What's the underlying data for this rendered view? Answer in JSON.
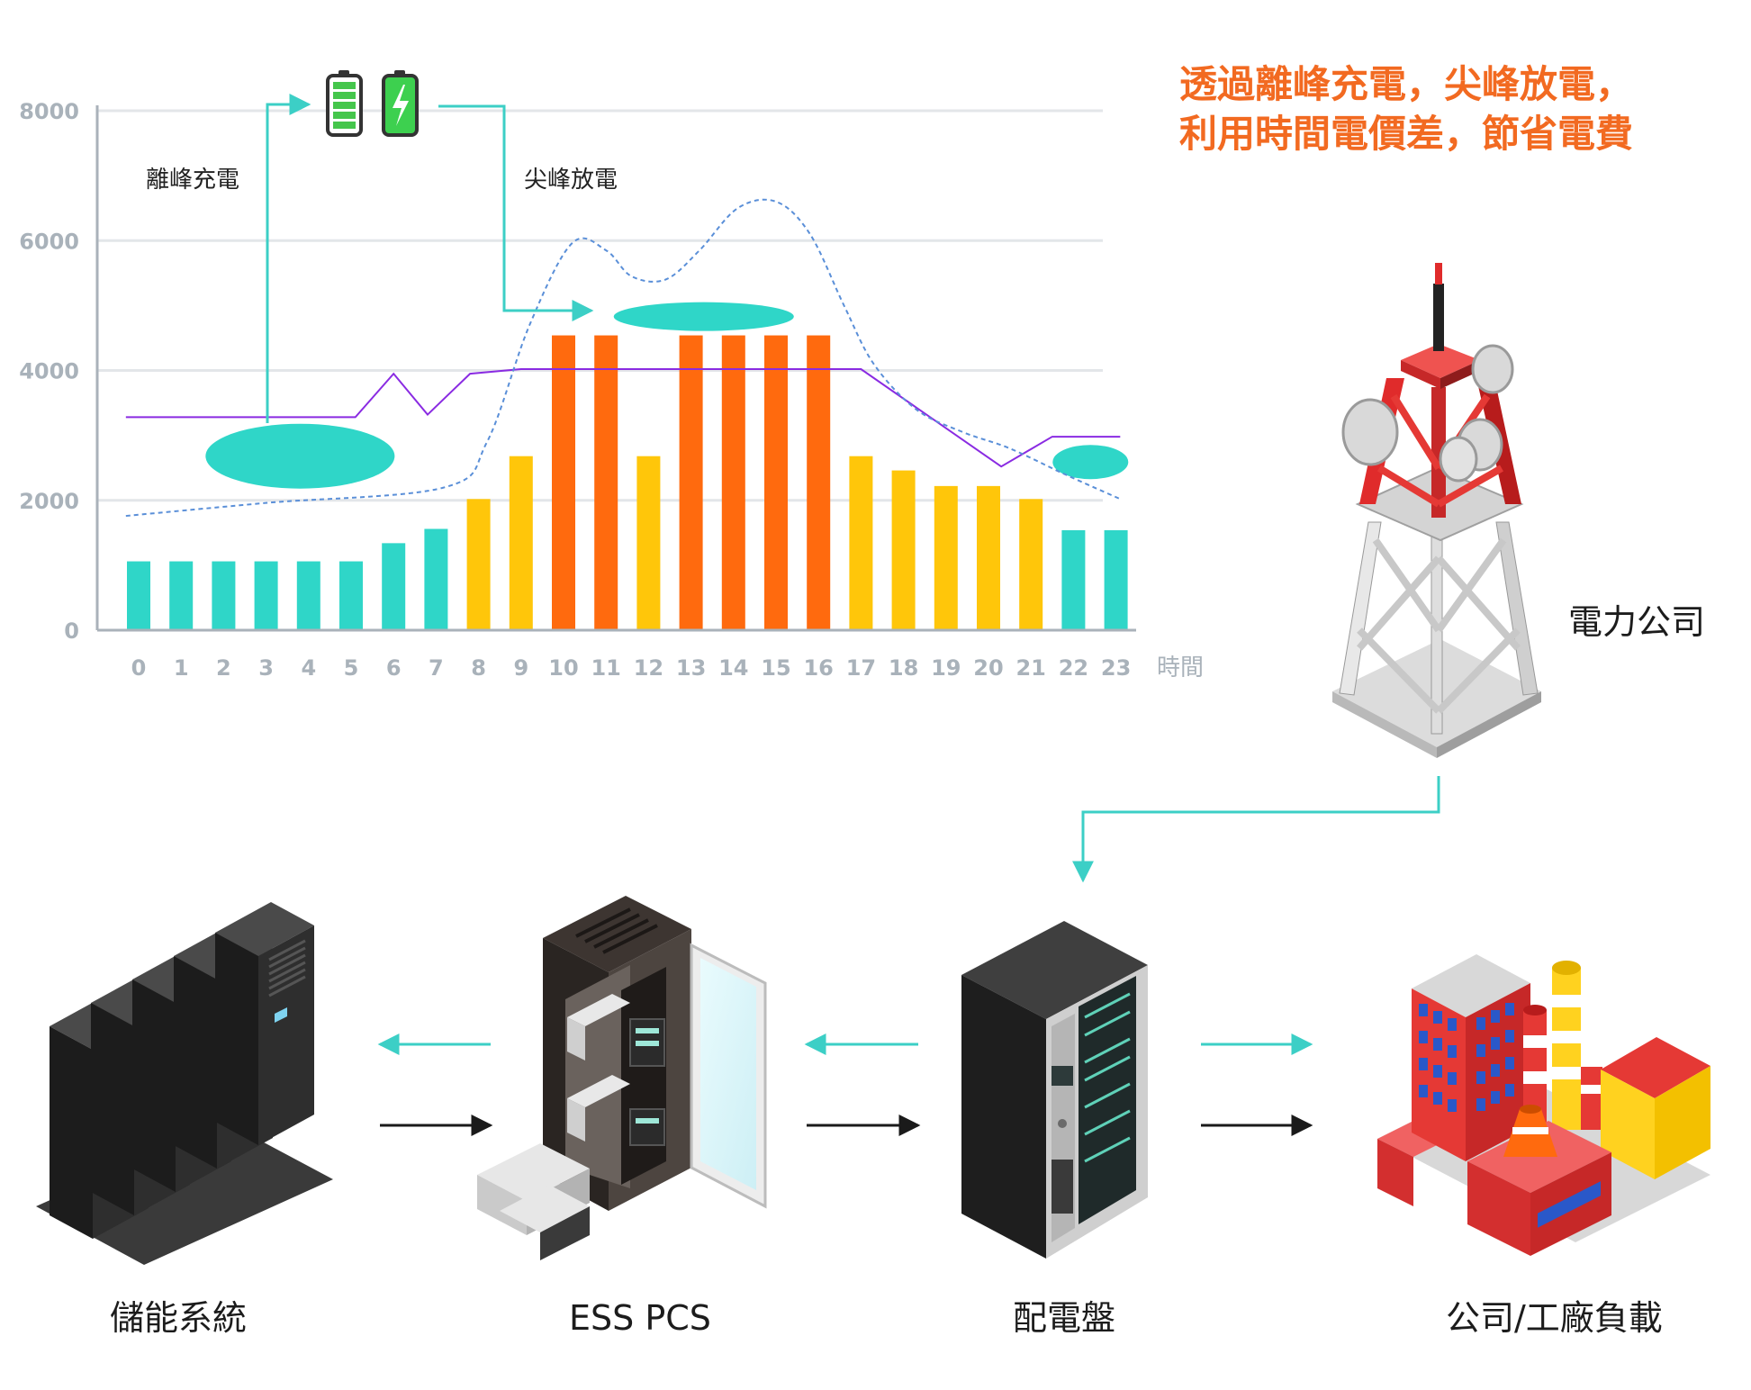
{
  "headline": {
    "line1": "透過離峰充電，尖峰放電，",
    "line2": "利用時間電價差，節省電費"
  },
  "annotations": {
    "offpeak_charge": "離峰充電",
    "peak_discharge": "尖峰放電"
  },
  "chart_data": {
    "type": "bar",
    "x_unit_label": "時間",
    "categories": [
      "0",
      "1",
      "2",
      "3",
      "4",
      "5",
      "6",
      "7",
      "8",
      "9",
      "10",
      "11",
      "12",
      "13",
      "14",
      "15",
      "16",
      "17",
      "18",
      "19",
      "20",
      "21",
      "22",
      "23"
    ],
    "values": [
      1060,
      1060,
      1060,
      1060,
      1060,
      1060,
      1340,
      1560,
      2020,
      2680,
      4540,
      4540,
      2680,
      4540,
      4540,
      4540,
      4540,
      2680,
      2460,
      2220,
      2220,
      2020,
      1540,
      1540
    ],
    "bar_colors": [
      "#2fd6c8",
      "#2fd6c8",
      "#2fd6c8",
      "#2fd6c8",
      "#2fd6c8",
      "#2fd6c8",
      "#2fd6c8",
      "#2fd6c8",
      "#ffc60a",
      "#ffc60a",
      "#ff6a0e",
      "#ff6a0e",
      "#ffc60a",
      "#ff6a0e",
      "#ff6a0e",
      "#ff6a0e",
      "#ff6a0e",
      "#ffc60a",
      "#ffc60a",
      "#ffc60a",
      "#ffc60a",
      "#ffc60a",
      "#2fd6c8",
      "#2fd6c8"
    ],
    "yticks": [
      "0",
      "2000",
      "4000",
      "6000",
      "8000"
    ],
    "ylim": [
      0,
      8000
    ],
    "grid": true,
    "series": [
      {
        "style": "solid-purple",
        "x": [
          -0.3,
          5.1,
          6.0,
          6.8,
          7.8,
          9.0,
          17.0,
          20.3,
          21.5,
          23.1
        ],
        "y": [
          3280,
          3280,
          3950,
          3320,
          3950,
          4020,
          4020,
          2520,
          2980,
          2980
        ]
      },
      {
        "style": "dashed-blue",
        "x": [
          -0.3,
          3,
          7.2,
          8.2,
          9.2,
          10.2,
          11,
          11.6,
          12.4,
          13.2,
          14.1,
          15.0,
          15.8,
          16.6,
          17.3,
          18.3,
          19.4,
          20.5,
          21.8,
          23.1
        ],
        "y": [
          1760,
          1960,
          2200,
          2900,
          4700,
          5960,
          5850,
          5450,
          5400,
          5850,
          6500,
          6600,
          6100,
          5000,
          4100,
          3400,
          3050,
          2800,
          2400,
          2020
        ]
      }
    ],
    "ellipse_colors": {
      "charge": "#2fd6c8",
      "discharge": "#2fd6c8"
    }
  },
  "devices": {
    "storage": "儲能系統",
    "pcs": "ESS PCS",
    "switchboard": "配電盤",
    "load": "公司/工廠負載",
    "utility": "電力公司"
  },
  "colors": {
    "accent_teal": "#2fd6c8",
    "peak_orange": "#ff6a0e",
    "mid_yellow": "#ffc60a",
    "headline_orange": "#f26a21",
    "flow_teal": "#3ccfc6",
    "flow_black": "#1a1a1a"
  }
}
